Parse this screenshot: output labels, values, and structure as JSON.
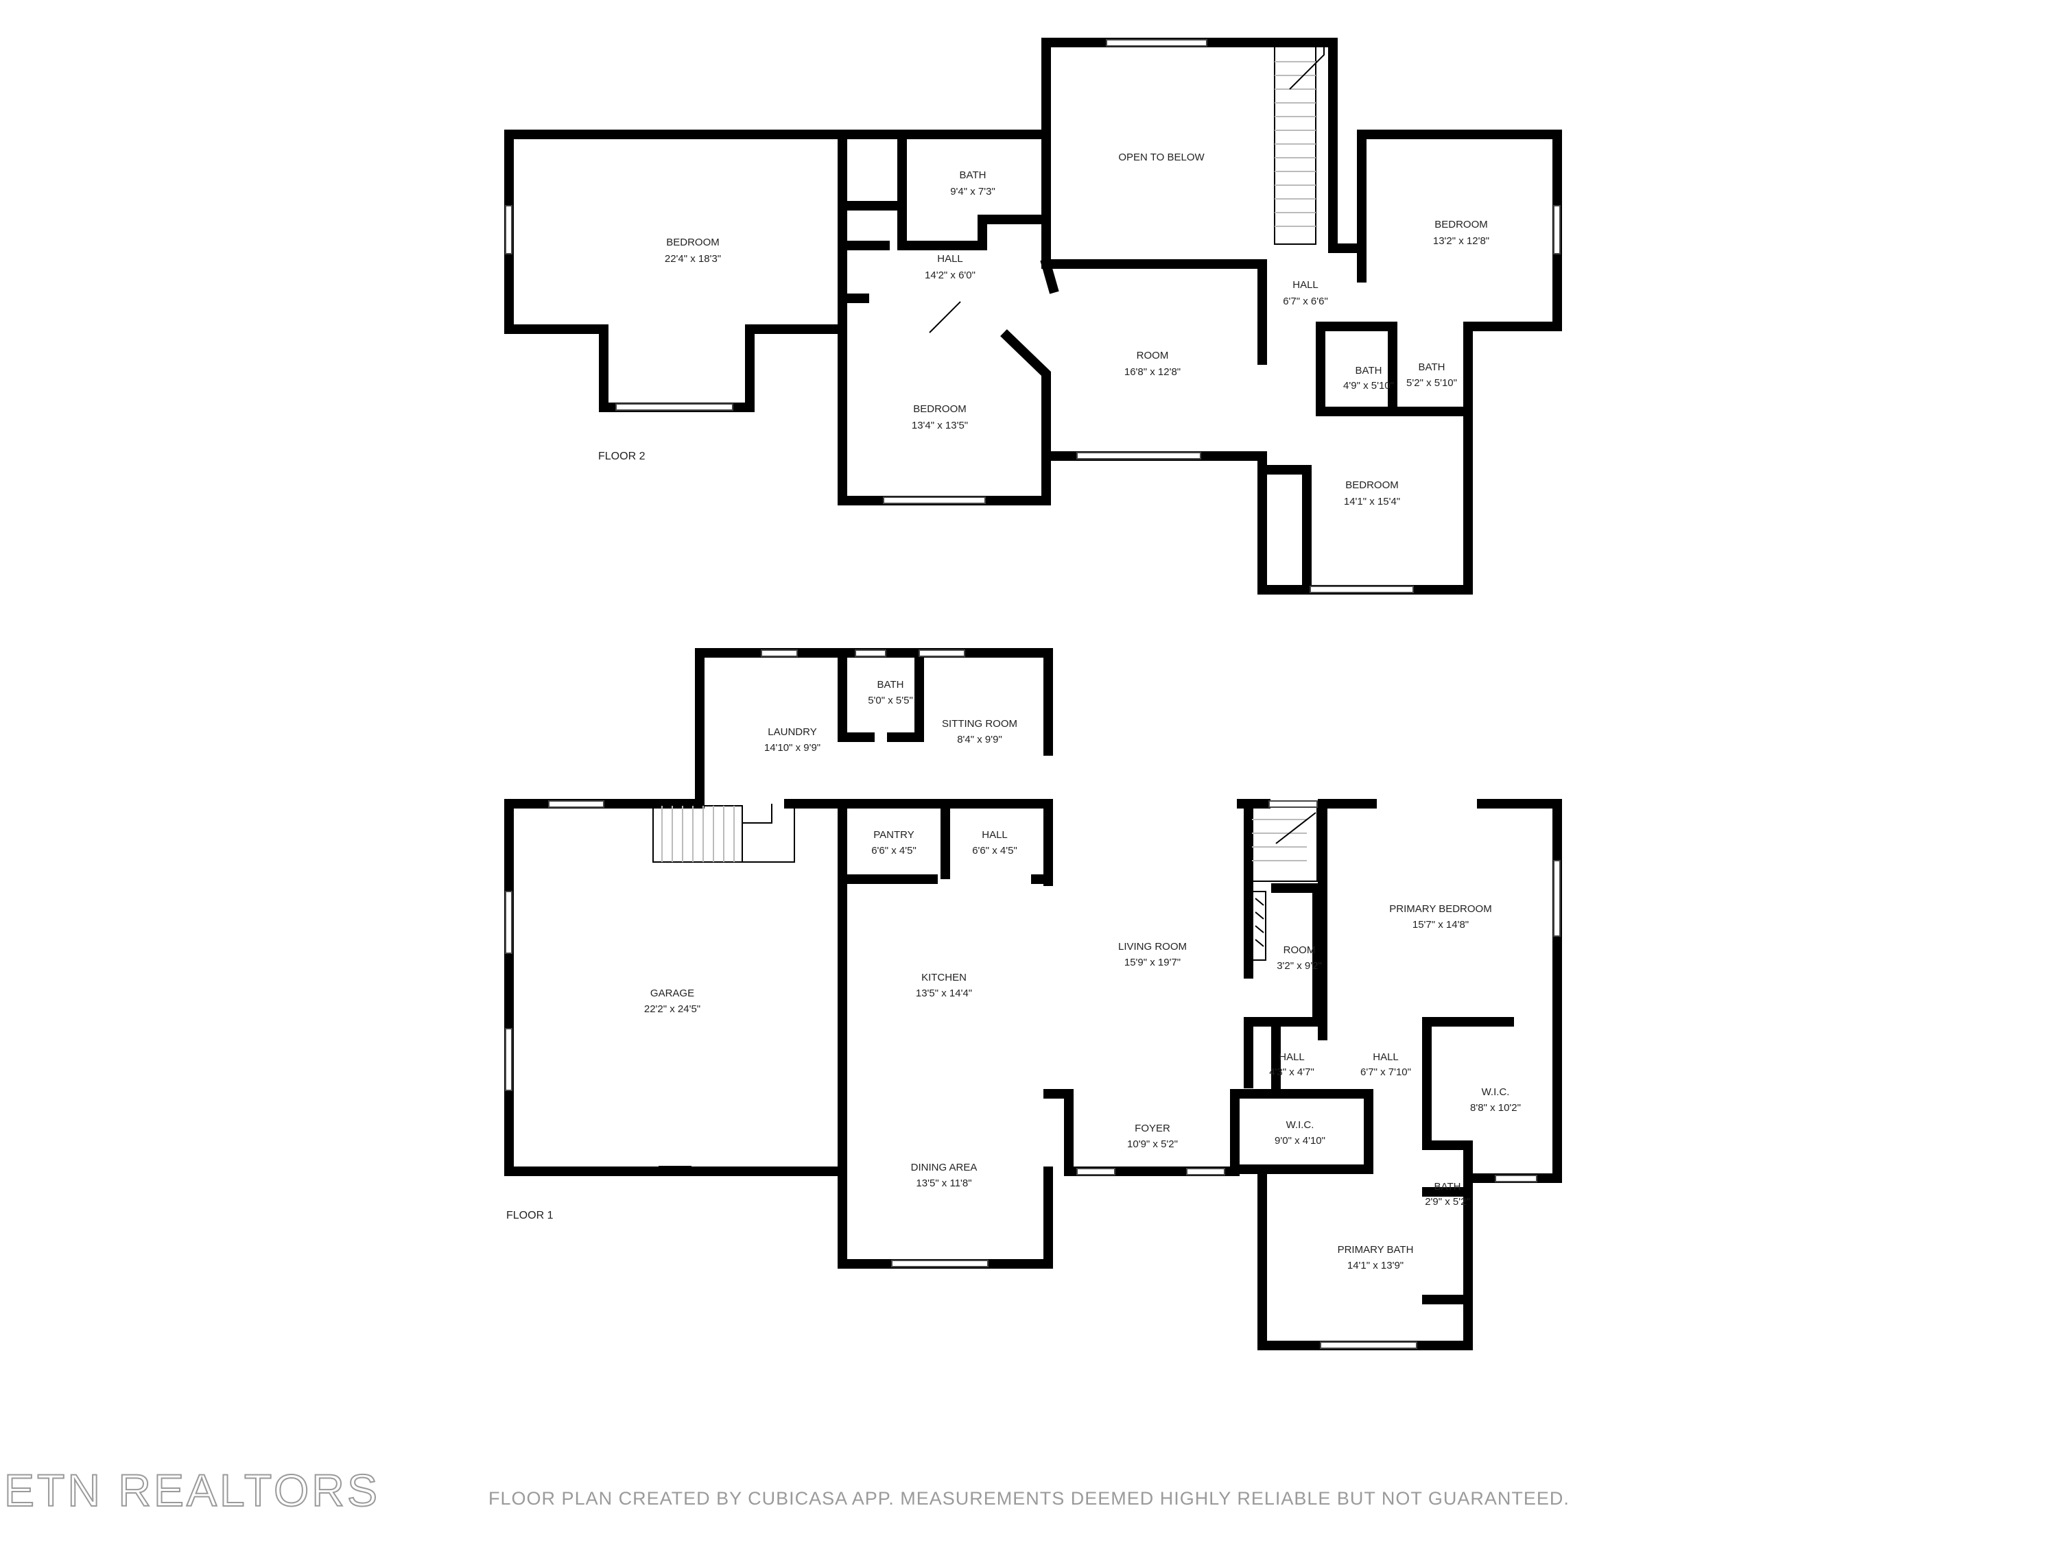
{
  "floor2": {
    "label": "FLOOR 2",
    "rooms": [
      {
        "name": "BEDROOM",
        "dim": "22'4\" x 18'3\""
      },
      {
        "name": "BATH",
        "dim": "9'4\" x 7'3\""
      },
      {
        "name": "OPEN TO BELOW",
        "dim": ""
      },
      {
        "name": "HALL",
        "dim": "14'2\" x 6'0\""
      },
      {
        "name": "BEDROOM",
        "dim": "13'4\" x 13'5\""
      },
      {
        "name": "ROOM",
        "dim": "16'8\" x 12'8\""
      },
      {
        "name": "HALL",
        "dim": "6'7\" x 6'6\""
      },
      {
        "name": "BEDROOM",
        "dim": "13'2\" x 12'8\""
      },
      {
        "name": "BATH",
        "dim": "4'9\" x 5'10\""
      },
      {
        "name": "BATH",
        "dim": "5'2\" x 5'10\""
      },
      {
        "name": "BEDROOM",
        "dim": "14'1\" x 15'4\""
      }
    ]
  },
  "floor1": {
    "label": "FLOOR 1",
    "rooms": [
      {
        "name": "LAUNDRY",
        "dim": "14'10\" x 9'9\""
      },
      {
        "name": "BATH",
        "dim": "5'0\" x 5'5\""
      },
      {
        "name": "SITTING ROOM",
        "dim": "8'4\" x 9'9\""
      },
      {
        "name": "PANTRY",
        "dim": "6'6\" x 4'5\""
      },
      {
        "name": "HALL",
        "dim": "6'6\" x 4'5\""
      },
      {
        "name": "GARAGE",
        "dim": "22'2\" x 24'5\""
      },
      {
        "name": "KITCHEN",
        "dim": "13'5\" x 14'4\""
      },
      {
        "name": "LIVING ROOM",
        "dim": "15'9\" x 19'7\""
      },
      {
        "name": "ROOM",
        "dim": "3'2\" x 9'2\""
      },
      {
        "name": "PRIMARY BEDROOM",
        "dim": "15'7\" x 14'8\""
      },
      {
        "name": "HALL",
        "dim": "4'3\" x 4'7\""
      },
      {
        "name": "HALL",
        "dim": "6'7\" x 7'10\""
      },
      {
        "name": "W.I.C.",
        "dim": "8'8\" x 10'2\""
      },
      {
        "name": "FOYER",
        "dim": "10'9\" x 5'2\""
      },
      {
        "name": "W.I.C.",
        "dim": "9'0\" x 4'10\""
      },
      {
        "name": "DINING AREA",
        "dim": "13'5\" x 11'8\""
      },
      {
        "name": "BATH",
        "dim": "2'9\" x 5'2\""
      },
      {
        "name": "PRIMARY BATH",
        "dim": "14'1\" x 13'9\""
      }
    ]
  },
  "brand": "ETN REALTORS",
  "footer": "FLOOR PLAN CREATED BY CUBICASA APP. MEASUREMENTS DEEMED HIGHLY RELIABLE BUT NOT GUARANTEED."
}
